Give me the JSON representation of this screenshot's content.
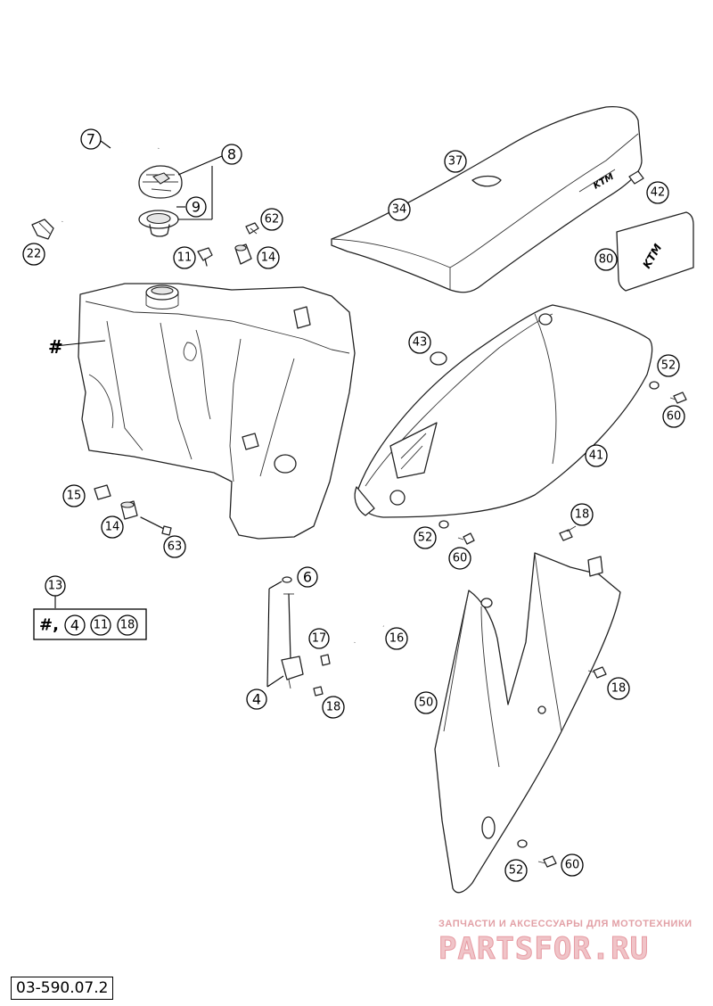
{
  "callouts": [
    {
      "id": "c7",
      "label": "7"
    },
    {
      "id": "c8",
      "label": "8"
    },
    {
      "id": "c9",
      "label": "9"
    },
    {
      "id": "c22",
      "label": "22"
    },
    {
      "id": "c62",
      "label": "62"
    },
    {
      "id": "c11",
      "label": "11"
    },
    {
      "id": "c14a",
      "label": "14"
    },
    {
      "id": "c37",
      "label": "37"
    },
    {
      "id": "c34",
      "label": "34"
    },
    {
      "id": "c42",
      "label": "42"
    },
    {
      "id": "c80",
      "label": "80"
    },
    {
      "id": "c43",
      "label": "43"
    },
    {
      "id": "c52a",
      "label": "52"
    },
    {
      "id": "c60a",
      "label": "60"
    },
    {
      "id": "c41",
      "label": "41"
    },
    {
      "id": "c15",
      "label": "15"
    },
    {
      "id": "c14b",
      "label": "14"
    },
    {
      "id": "c63",
      "label": "63"
    },
    {
      "id": "c18a",
      "label": "18"
    },
    {
      "id": "c52b",
      "label": "52"
    },
    {
      "id": "c60b",
      "label": "60"
    },
    {
      "id": "c13",
      "label": "13"
    },
    {
      "id": "c6",
      "label": "6"
    },
    {
      "id": "c17",
      "label": "17"
    },
    {
      "id": "c16",
      "label": "16"
    },
    {
      "id": "c4",
      "label": "4"
    },
    {
      "id": "c18b",
      "label": "18"
    },
    {
      "id": "c50",
      "label": "50"
    },
    {
      "id": "c18c",
      "label": "18"
    },
    {
      "id": "c52c",
      "label": "52"
    },
    {
      "id": "c60c",
      "label": "60"
    }
  ],
  "tank_label": "#",
  "kit": {
    "prefix": "#,",
    "items": [
      "4",
      "11",
      "18"
    ]
  },
  "drawing_number": "03-590.07.2",
  "watermark": {
    "subtitle": "ЗАПЧАСТИ И АКСЕССУАРЫ ДЛЯ МОТОТЕХНИКИ",
    "brand": "PARTSFOR.RU"
  },
  "colors": {
    "line": "#222222",
    "watermark": "#e69aa2"
  }
}
